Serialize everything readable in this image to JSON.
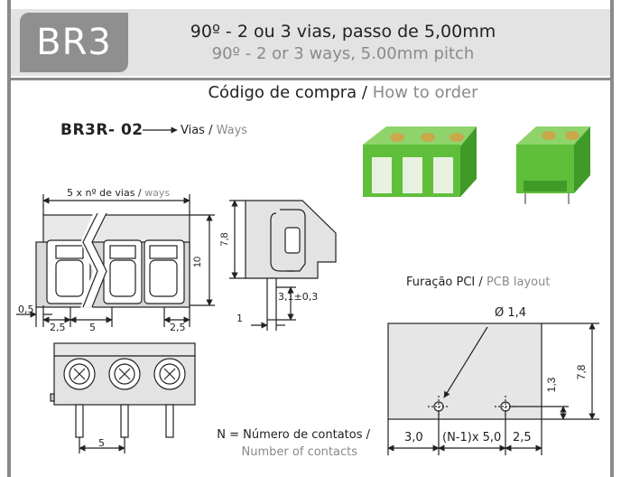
{
  "header": {
    "code": "BR3",
    "title_pt": "90º - 2 ou 3 vias, passo de 5,00mm",
    "title_en": "90º - 2 or 3 ways, 5.00mm pitch"
  },
  "order": {
    "title_pt": "Código de compra",
    "separator": "/",
    "title_en": "How to order",
    "part_number": "BR3R- 02",
    "ways_pt": "Vias",
    "ways_en": "Ways"
  },
  "front_view": {
    "width_label_pt": "5 x nº de vias /",
    "width_label_en": "ways",
    "height": "10",
    "offset": "0,5",
    "dim_left": "2,5",
    "dim_pitch": "5",
    "dim_right": "2,5"
  },
  "side_view": {
    "height": "7,8",
    "pin_length": "3,1±0,3",
    "pin_width": "1"
  },
  "bottom_view": {
    "pitch": "5"
  },
  "pcb_layout": {
    "title_pt": "Furação PCI",
    "title_en": "PCB layout",
    "hole_diameter": "Ø 1,4",
    "dim_left": "3,0",
    "dim_mid": "(N-1)x 5,0",
    "dim_right": "2,5",
    "dim_hole_height": "1,3",
    "dim_height": "7,8"
  },
  "legend": {
    "pt": "N = Número de contatos /",
    "en": "Number of contacts"
  },
  "colors": {
    "frame": "#8a8a8a",
    "header_band": "#e3e3e3",
    "terminal_green": "#5fbf3a",
    "pcb_fill": "#e6e6e6"
  }
}
